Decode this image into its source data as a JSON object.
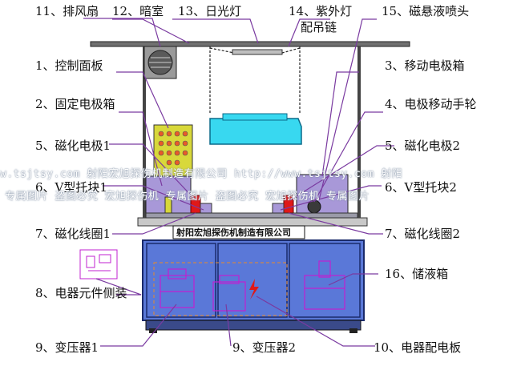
{
  "labels": {
    "l11": "11、排风扇",
    "l12": "12、暗室",
    "l13": "13、日光灯",
    "l14a": "14、紫外灯",
    "l14b": "配吊链",
    "l15": "15、磁悬液喷头",
    "l1": "1、控制面板",
    "l3": "3、移动电极箱",
    "l2": "2、固定电极箱",
    "l4": "4、电极移动手轮",
    "l5a": "5、磁化电极1",
    "l5b": "5、磁化电极2",
    "l6a": "6、V型托块1",
    "l6b": "6、V型托块2",
    "l7a": "7、磁化线圈1",
    "l7b": "7、磁化线圈2",
    "l8": "8、电器元件侧装",
    "l16": "16、储液箱",
    "l9a": "9、变压器1",
    "l9b": "9、变压器2",
    "l10": "10、电器配电板"
  },
  "plate_text": "射阳宏旭探伤机制造有限公司",
  "watermark": {
    "line1": "w.tsjtsy.com  射阳宏旭探伤机制造有限公司  http://www.tsjtsy.com  射阳",
    "line2": "专属图片  盗图必究  宏旭探伤机  专属图片  盗图必究  宏旭探伤机  专属图片"
  },
  "colors": {
    "cabinet_blue": "#5a78d8",
    "panel_yellow": "#d8d83a",
    "uv_lamp_cyan": "#38d8f0",
    "magnet_red": "#e01818",
    "box_purple": "#a898d8",
    "leader_lines": "#7a3aa0"
  }
}
